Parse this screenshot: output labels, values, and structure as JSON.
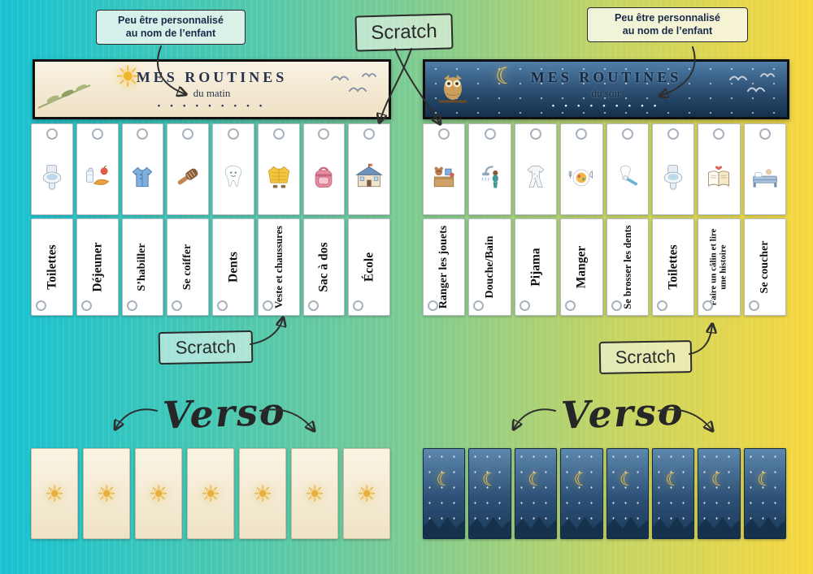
{
  "colors": {
    "background_left": "#17c2d2",
    "background_right": "#f7d73e",
    "morning_banner": "#f6eedb",
    "evening_banner": "#1b3a58",
    "gold_accent": "#e8b33c",
    "text_navy": "#22304a",
    "annotation_ink": "#2f2f2f"
  },
  "icons": {
    "sun": "☀",
    "moon": "☾"
  },
  "notes": {
    "personalize": {
      "line1": "Peu être personnalisé",
      "line2": "au nom de l’enfant"
    },
    "scratch": "Scratch",
    "verso": "Verso"
  },
  "morning": {
    "banner": {
      "title": "MES ROUTINES",
      "subtitle": "du matin",
      "name_dots": "• • • • • • • • •"
    },
    "cards": [
      {
        "label": "Toilettes",
        "icon": "toilet-icon"
      },
      {
        "label": "Déjeuner",
        "icon": "breakfast-icon"
      },
      {
        "label": "S’habiller",
        "icon": "clothes-icon"
      },
      {
        "label": "Se coiffer",
        "icon": "hairbrush-icon"
      },
      {
        "label": "Dents",
        "icon": "tooth-icon"
      },
      {
        "label": "Veste et chaussures",
        "icon": "jacket-icon"
      },
      {
        "label": "Sac à dos",
        "icon": "backpack-icon"
      },
      {
        "label": "École",
        "icon": "school-icon"
      }
    ],
    "verso_cards": 7
  },
  "evening": {
    "banner": {
      "title": "MES ROUTINES",
      "subtitle": "du soir",
      "name_dots": "• • • • • • • • •"
    },
    "cards": [
      {
        "label": "Ranger les jouets",
        "icon": "toys-icon"
      },
      {
        "label": "Douche/Bain",
        "icon": "shower-icon"
      },
      {
        "label": "Pijama",
        "icon": "pajama-icon"
      },
      {
        "label": "Manger",
        "icon": "meal-icon"
      },
      {
        "label": "Se brosser les dents",
        "icon": "toothbrush-icon"
      },
      {
        "label": "Toilettes",
        "icon": "toilet-icon"
      },
      {
        "label": "Faire un câlin et lire une histoire",
        "icon": "storybook-icon"
      },
      {
        "label": "Se coucher",
        "icon": "bed-icon"
      }
    ],
    "verso_cards": 8
  }
}
